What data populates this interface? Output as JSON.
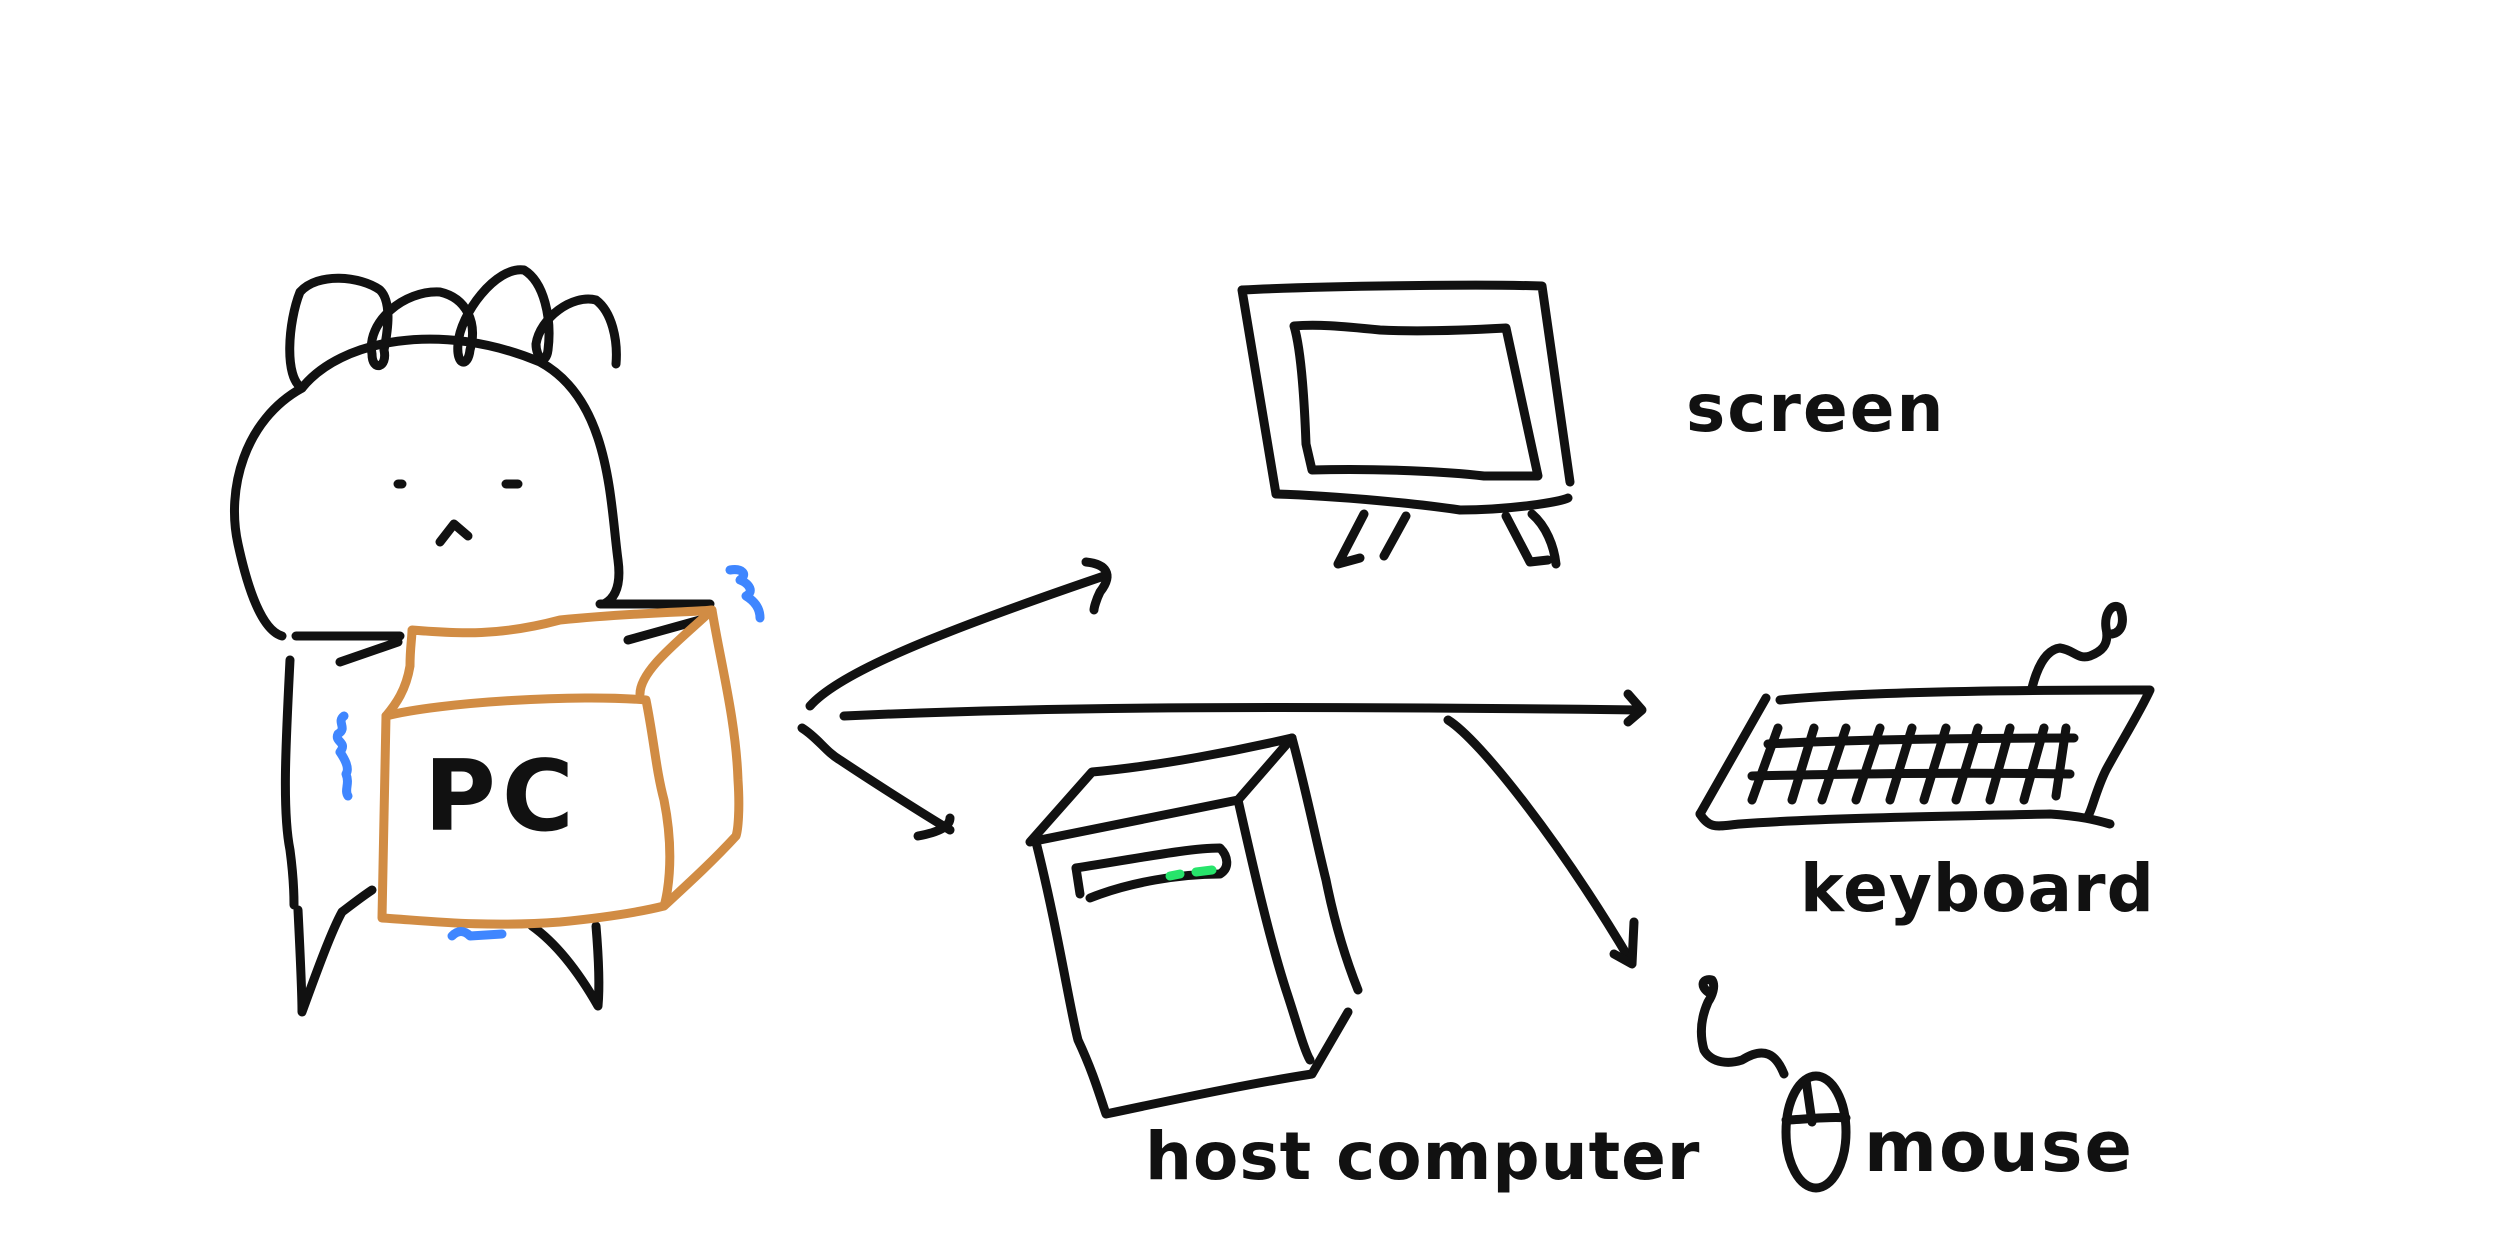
{
  "labels": {
    "pc": "PC",
    "screen": "screen",
    "keyboard": "keyboard",
    "host_computer": "host computer",
    "mouse": "mouse"
  },
  "colors": {
    "ink": "#111111",
    "box": "#d18c44",
    "motion_marks": "#3f86ff",
    "indicator_light": "#27e46b",
    "background": "#ffffff"
  },
  "icons": {
    "character": "person-carrying-box-icon",
    "screen": "monitor-icon",
    "keyboard": "keyboard-icon",
    "host_computer": "tower-pc-icon",
    "mouse": "mouse-icon"
  }
}
